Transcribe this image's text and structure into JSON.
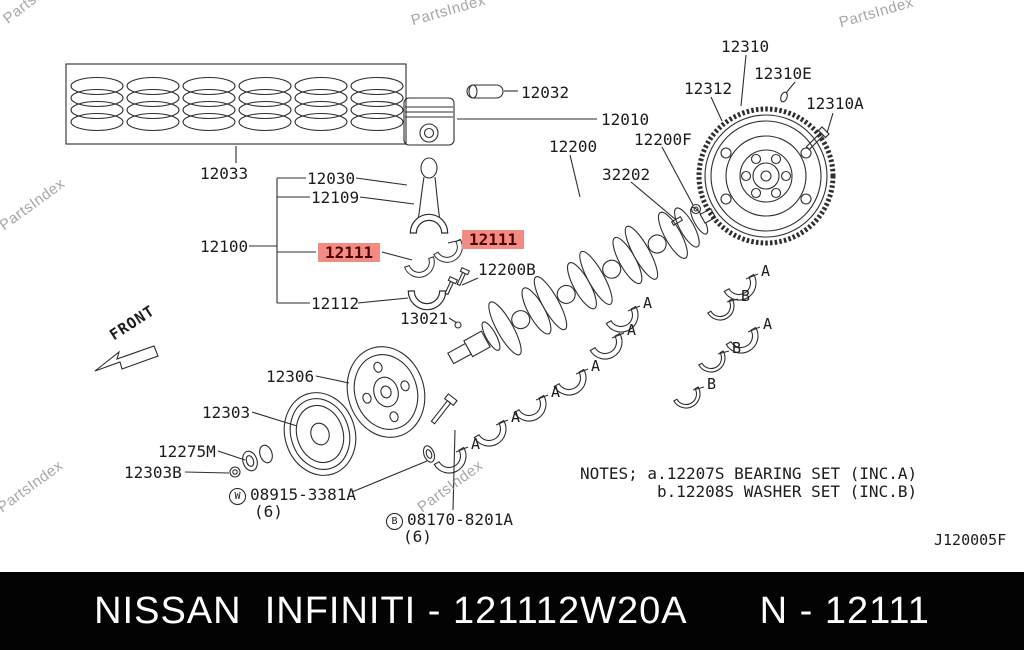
{
  "watermark": {
    "text": "PartsIndex"
  },
  "diagram": {
    "front_label": "FRONT",
    "drawing_code": "J120005F",
    "notes": {
      "line1": "NOTES; a.12207S BEARING SET (INC.A)",
      "line2": "b.12208S WASHER SET (INC.B)"
    },
    "bearing_mark_a": "A",
    "bearing_mark_b": "B",
    "highlight_color": "#f28b82",
    "labels": {
      "rings_set": "12033",
      "piston_pin": "12032",
      "piston": "12010",
      "rod_bush": "12030",
      "rod_nut": "12109",
      "rod_assembly": "12100",
      "rod_bearing_lower": "12111",
      "rod_bearing_upper": "12111",
      "rod_cap": "12112",
      "rod_bolt": "12200B",
      "key_small": "13021",
      "crankshaft": "12200",
      "pilot_bush": "12200F",
      "key_crank": "32202",
      "flywheel": "12310",
      "ring_gear": "12312",
      "dowel": "12310E",
      "flywheel_bolt": "12310A",
      "crank_pulley": "12306",
      "pulley": "12303",
      "spacer": "12275M",
      "pulley_bolt": "12303B",
      "washer_symbol": "W",
      "washer_part": "08915-3381A",
      "washer_qty": "(6)",
      "bolt_symbol": "B",
      "bolt_part": "08170-8201A",
      "bolt_qty": "(6)"
    }
  },
  "footer": {
    "title": "NISSAN  INFINITI - 121112W20A",
    "part_ref": "N - 12111"
  }
}
